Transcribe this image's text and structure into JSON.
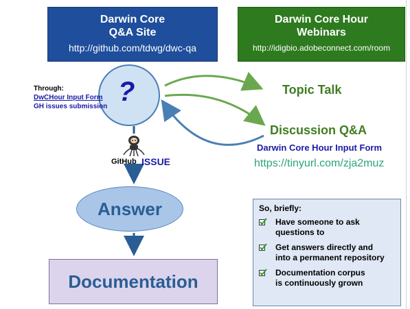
{
  "qa_site": {
    "title": "Darwin Core\nQ&A Site",
    "title_line1": "Darwin Core",
    "title_line2": "Q&A Site",
    "url": "http://github.com/tdwg/dwc-qa"
  },
  "webinars": {
    "title_line1": "Darwin Core Hour",
    "title_line2": "Webinars",
    "url": "http://idigbio.adobeconnect.com/room"
  },
  "question_mark": "?",
  "through": {
    "label": "Through:",
    "link1": "DwCHour Input Form",
    "link2": "GH issues submission"
  },
  "topic_talk": "Topic Talk",
  "discussion": "Discussion Q&A",
  "input_form": "Darwin Core Hour Input Form",
  "tinyurl": "https://tinyurl.com/zja2muz",
  "github_label": "GitHub",
  "issue_label": "ISSUE",
  "answer": "Answer",
  "documentation": "Documentation",
  "brief": {
    "title": "So, briefly:",
    "items": [
      "Have someone to ask\nquestions to",
      "Get answers directly and\ninto a permanent repository",
      "Documentation corpus\nis continuously grown"
    ]
  },
  "colors": {
    "qa_box": "#1f4e9c",
    "webinar_box": "#2e7a1f",
    "green_text": "#3f7d21",
    "blue_text": "#1a1aa6",
    "teal_url": "#2aa37f",
    "answer_fill": "#a9c6e8",
    "doc_fill": "#dcd4ec",
    "brief_fill": "#dfe8f4"
  }
}
